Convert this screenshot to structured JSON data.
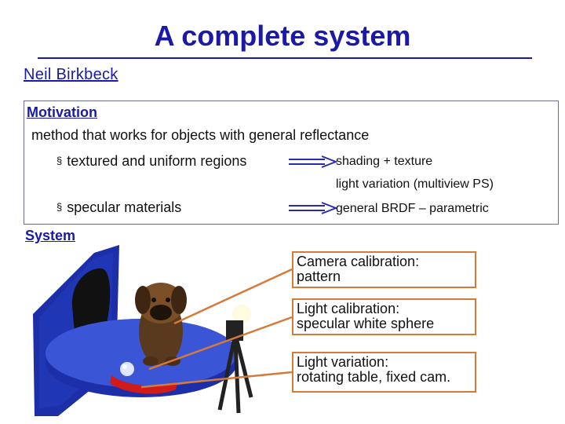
{
  "slide": {
    "title": "A complete system",
    "author": "Neil Birkbeck"
  },
  "motivation": {
    "heading": "Motivation",
    "text": "method that works for objects with general reflectance",
    "bullets": [
      {
        "marker": "§",
        "text": "textured and uniform regions"
      },
      {
        "marker": "§",
        "text": "specular materials"
      }
    ],
    "results": [
      "shading + texture",
      "light variation (multiview PS)",
      "general BRDF – parametric"
    ]
  },
  "system": {
    "heading": "System",
    "callouts": [
      {
        "line1": "Camera calibration:",
        "line2": "pattern"
      },
      {
        "line1": "Light calibration:",
        "line2": "specular white sphere"
      },
      {
        "line1": "Light variation:",
        "line2": "rotating table, fixed cam."
      }
    ]
  },
  "colors": {
    "title_blue": "#1a1aa6",
    "callout_border": "#d67a3a",
    "arrow_blue": "#2a2ab0",
    "turntable_blue": "#1c2fa8"
  }
}
